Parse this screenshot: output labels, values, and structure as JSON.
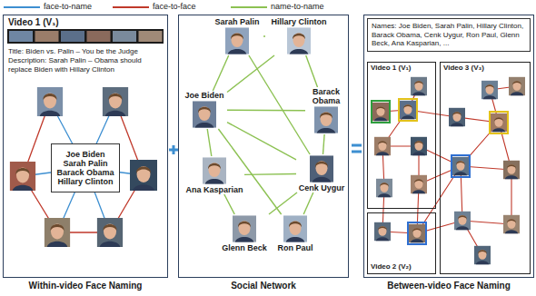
{
  "diagram": {
    "nodes": [
      {
        "text": [
          "Video 1 (V₁)",
          "Title: Biden vs. Palin – You be the Judge",
          "Description: Sarah Palin – Obama should replace Biden with Hillary Clinton",
          "Within-video Face Naming"
        ]
      },
      {
        "text": [
          "Joe Biden Sarah Palin Barack Obama Hillary Clinton"
        ],
        "in": 0
      },
      {
        "text": [
          "Social Network"
        ]
      },
      {
        "text": [
          "Sarah Palin"
        ],
        "in": 2
      },
      {
        "text": [
          "Hillary Clinton"
        ],
        "in": 2
      },
      {
        "text": [
          "Joe Biden"
        ],
        "in": 2
      },
      {
        "text": [
          "Barack Obama"
        ],
        "in": 2
      },
      {
        "text": [
          "Ana Kasparian"
        ],
        "in": 2
      },
      {
        "text": [
          "Cenk Uygur"
        ],
        "in": 2
      },
      {
        "text": [
          "Glenn Beck"
        ],
        "in": 2
      },
      {
        "text": [
          "Ron Paul"
        ],
        "in": 2
      },
      {
        "text": [
          "Between-video Face Naming"
        ]
      },
      {
        "text": [
          "Names: Joe Biden, Sarah Palin, Hillary Clinton, Barack Obama, Cenk Uygur, Ron Paul, Glenn Beck, Ana Kasparian, ..."
        ],
        "in": 11
      },
      {
        "text": [
          "Video 1 (V₁)"
        ],
        "in": 11
      },
      {
        "text": [
          "Video 2 (V₂)"
        ],
        "in": 11
      },
      {
        "text": [
          "Video 3 (V₃)"
        ],
        "in": 11
      }
    ],
    "edges": [
      {
        "from": 5,
        "to": 3,
        "arrow": "none"
      },
      {
        "from": 5,
        "to": 4,
        "arrow": "none"
      },
      {
        "from": 5,
        "to": 6,
        "arrow": "none"
      },
      {
        "from": 5,
        "to": 7,
        "arrow": "none"
      },
      {
        "from": 5,
        "to": 8,
        "arrow": "none"
      },
      {
        "from": 5,
        "to": 10,
        "arrow": "none"
      },
      {
        "from": 3,
        "to": 4,
        "arrow": "none"
      },
      {
        "from": 3,
        "to": 8,
        "arrow": "none"
      },
      {
        "from": 4,
        "to": 6,
        "arrow": "none"
      },
      {
        "from": 6,
        "to": 8,
        "arrow": "none"
      },
      {
        "from": 7,
        "to": 8,
        "arrow": "none"
      },
      {
        "from": 10,
        "to": 8,
        "arrow": "none"
      },
      {
        "from": 9,
        "to": 8,
        "arrow": "none"
      },
      {
        "from": 9,
        "to": 7,
        "arrow": "none"
      }
    ],
    "legend": [
      {
        "text": "face-to-name",
        "color": "#3d8fd1"
      },
      {
        "text": "face-to-face",
        "color": "#c0392b"
      },
      {
        "text": "name-to-name",
        "color": "#8cc152"
      }
    ]
  }
}
